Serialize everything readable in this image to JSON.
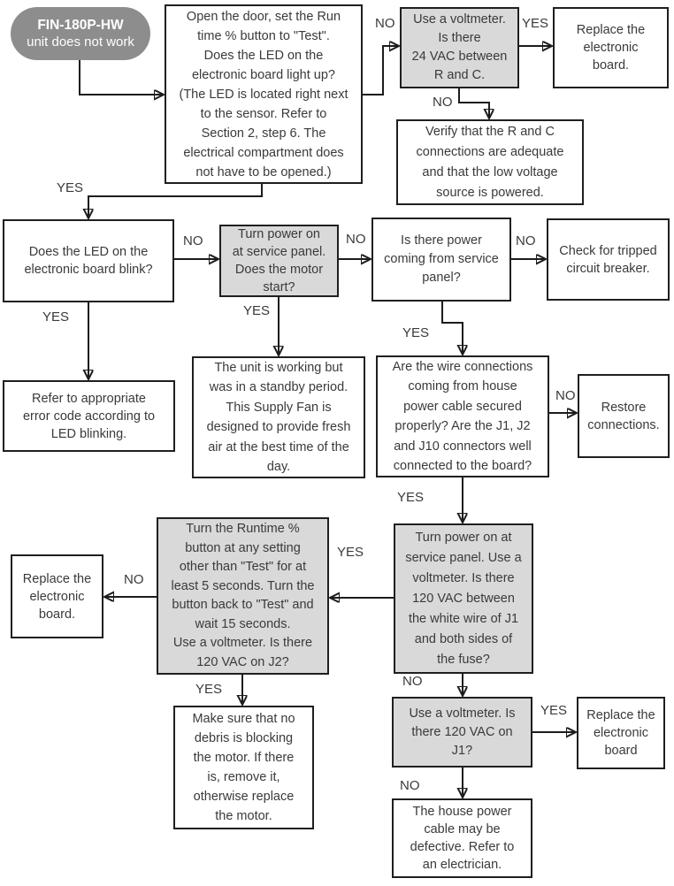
{
  "colors": {
    "pill_fill": "#8d8d8d",
    "pill_text": "#ffffff",
    "gray_fill": "#d9d9d9",
    "white_fill": "#ffffff",
    "border": "#1f1f1f",
    "text": "#3a3a3a",
    "line": "#1c1c1c"
  },
  "flowchart": {
    "start": {
      "title": "FIN-180P-HW",
      "subtitle": "unit does not work"
    },
    "nodes": [
      {
        "id": "open-door-test",
        "text": "Open the door, set the Run\ntime % button to \"Test\".\nDoes the LED on the\nelectronic board light up?\n(The LED is located right next\nto the sensor. Refer to\nSection 2, step 6. The\nelectrical compartment does\nnot have to be opened.)"
      },
      {
        "id": "voltmeter-24vac",
        "text": "Use a voltmeter.\nIs there\n24 VAC between\nR and C."
      },
      {
        "id": "replace-board-top",
        "text": "Replace the\nelectronic\nboard."
      },
      {
        "id": "verify-rc-connections",
        "text": "Verify that the R and C\nconnections are adequate\nand that the low voltage\nsource is powered."
      },
      {
        "id": "led-blink",
        "text": "Does the LED on the\nelectronic board blink?"
      },
      {
        "id": "power-on-motor-start",
        "text": "Turn power on\nat service panel.\nDoes the motor\nstart?"
      },
      {
        "id": "power-from-panel",
        "text": "Is there power\ncoming from service\npanel?"
      },
      {
        "id": "tripped-breaker",
        "text": "Check for tripped\ncircuit breaker."
      },
      {
        "id": "error-code",
        "text": "Refer to appropriate\nerror code according to\nLED blinking."
      },
      {
        "id": "standby-period",
        "text": "The unit is working but\nwas in a standby period.\nThis Supply Fan is\ndesigned to provide fresh\nair at the best time of the\nday."
      },
      {
        "id": "wire-connections",
        "text": "Are the wire connections\ncoming from house\npower cable secured\nproperly? Are the J1, J2\nand J10 connectors well\nconnected to the board?"
      },
      {
        "id": "restore-connections",
        "text": "Restore\nconnections."
      },
      {
        "id": "voltmeter-120vac-fuse",
        "text": "Turn power on at\nservice panel. Use a\nvoltmeter. Is there\n120 VAC between\nthe white wire of J1\nand both sides of\nthe fuse?"
      },
      {
        "id": "runtime-button-test",
        "text": "Turn the Runtime %\nbutton at any setting\nother than \"Test\" for at\nleast 5 seconds. Turn the\nbutton back to \"Test\" and\nwait 15 seconds.\nUse a voltmeter. Is there\n120 VAC on J2?"
      },
      {
        "id": "replace-board-left",
        "text": "Replace the\nelectronic\nboard."
      },
      {
        "id": "debris-motor",
        "text": "Make sure that no\ndebris is blocking\nthe motor. If there\nis, remove it,\notherwise replace\nthe motor."
      },
      {
        "id": "voltmeter-120vac-j1",
        "text": "Use a voltmeter. Is\nthere 120 VAC on\nJ1?"
      },
      {
        "id": "replace-board-right",
        "text": "Replace the\nelectronic\nboard"
      },
      {
        "id": "house-cable-defective",
        "text": "The house power\ncable may be\ndefective. Refer to\nan electrician."
      }
    ],
    "edges": [
      {
        "from": "start",
        "to": "open-door-test",
        "label": ""
      },
      {
        "from": "open-door-test",
        "to": "voltmeter-24vac",
        "label": "NO"
      },
      {
        "from": "voltmeter-24vac",
        "to": "replace-board-top",
        "label": "YES"
      },
      {
        "from": "voltmeter-24vac",
        "to": "verify-rc-connections",
        "label": "NO"
      },
      {
        "from": "open-door-test",
        "to": "led-blink",
        "label": "YES"
      },
      {
        "from": "led-blink",
        "to": "power-on-motor-start",
        "label": "NO"
      },
      {
        "from": "power-on-motor-start",
        "to": "power-from-panel",
        "label": "NO"
      },
      {
        "from": "power-from-panel",
        "to": "tripped-breaker",
        "label": "NO"
      },
      {
        "from": "led-blink",
        "to": "error-code",
        "label": "YES"
      },
      {
        "from": "power-on-motor-start",
        "to": "standby-period",
        "label": "YES"
      },
      {
        "from": "power-from-panel",
        "to": "wire-connections",
        "label": "YES"
      },
      {
        "from": "wire-connections",
        "to": "restore-connections",
        "label": "NO"
      },
      {
        "from": "wire-connections",
        "to": "voltmeter-120vac-fuse",
        "label": "YES"
      },
      {
        "from": "voltmeter-120vac-fuse",
        "to": "runtime-button-test",
        "label": "YES"
      },
      {
        "from": "runtime-button-test",
        "to": "replace-board-left",
        "label": "NO"
      },
      {
        "from": "runtime-button-test",
        "to": "debris-motor",
        "label": "YES"
      },
      {
        "from": "voltmeter-120vac-fuse",
        "to": "voltmeter-120vac-j1",
        "label": "NO"
      },
      {
        "from": "voltmeter-120vac-j1",
        "to": "replace-board-right",
        "label": "YES"
      },
      {
        "from": "voltmeter-120vac-j1",
        "to": "house-cable-defective",
        "label": "NO"
      }
    ]
  }
}
